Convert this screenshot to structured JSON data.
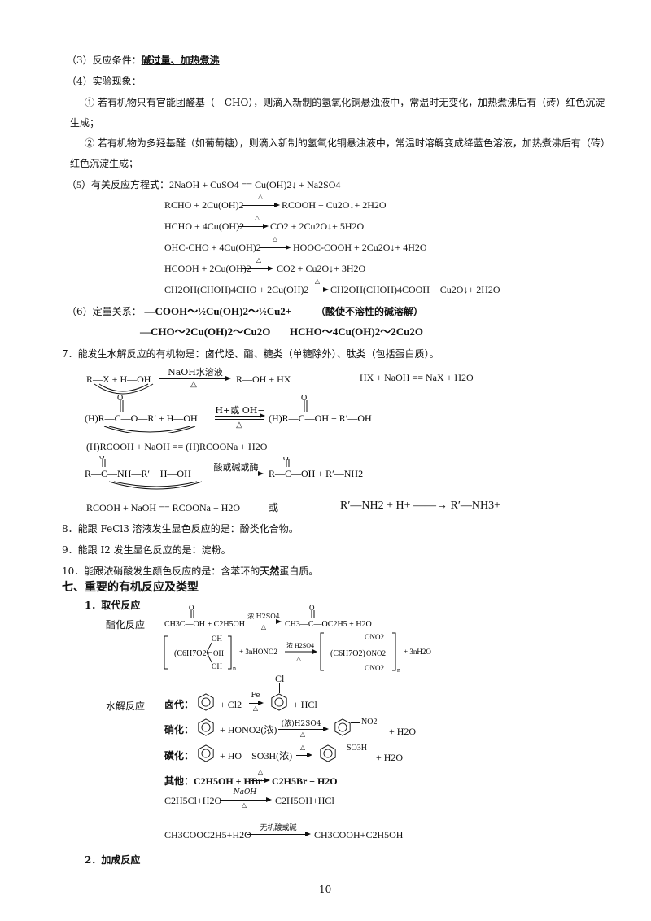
{
  "lines": {
    "l1_prefix": "（3）反应条件：",
    "l1_bold": "碱过量、加热煮沸",
    "l2": "（4）实验现象：",
    "l3": "① 若有机物只有官能团醛基（—CHO），则滴入新制的氢氧化铜悬浊液中，常温时无变化，加热煮沸后有（砖）红色沉淀",
    "l3b": "生成；",
    "l4": "② 若有机物为多羟基醛（如葡萄糖），则滴入新制的氢氧化铜悬浊液中，常温时溶解变成绛蓝色溶液，加热煮沸后有（砖）",
    "l4b": "红色沉淀生成；",
    "l5_prefix": "（5）有关反应方程式：",
    "l5_eq": "2NaOH + CuSO4 == Cu(OH)2↓ + Na2SO4",
    "eq1_l": "RCHO + 2Cu(OH)2",
    "eq1_r": "RCOOH + Cu2O↓+ 2H2O",
    "eq2_l": "HCHO + 4Cu(OH)2",
    "eq2_r": "CO2 + 2Cu2O↓+ 5H2O",
    "eq3_l": "OHC-CHO + 4Cu(OH)2",
    "eq3_r": "HOOC-COOH + 2Cu2O↓+ 4H2O",
    "eq4_l": "HCOOH + 2Cu(OH)2",
    "eq4_r": "CO2 + Cu2O↓+ 3H2O",
    "eq5_l": "CH2OH(CHOH)4CHO + 2Cu(OH)2",
    "eq5_r": "CH2OH(CHOH)4COOH + Cu2O↓+ 2H2O",
    "heat": "△",
    "l6_prefix": "（6）定量关系：",
    "l6_rel1": "—COOH～½Cu(OH)2～½Cu2+",
    "l6_note": "（酸使不溶性的碱溶解）",
    "l6_rel2": "—CHO～2Cu(OH)2～Cu2O",
    "l6_rel3": "HCHO～4Cu(OH)2～2Cu2O",
    "l7": "7．能发生水解反应的有机物是：卤代烃、酯、糖类（单糖除外）、肽类（包括蛋白质）。",
    "hx_l": "R—X + H—OH",
    "hx_cond": "NaOH水溶液",
    "hx_r": "R—OH + HX",
    "hx_side": "HX + NaOH == NaX + H2O",
    "ester_l": "(H)R—C—O—R′ + H—OH",
    "ester_cond": "H+或 OH−",
    "ester_r": "(H)R—C—OH + R′—OH",
    "ester_side": "(H)RCOOH + NaOH == (H)RCOONa + H2O",
    "amide_l": "R—C—NH—R′ + H—OH",
    "amide_cond": "酸或碱或酶",
    "amide_r": "R—C—OH + R′—NH2",
    "amide_side": "RCOOH + NaOH == RCOONa + H2O",
    "or": "或",
    "amine_eq": "R′—NH2 + H+ ——→ R′—NH3+",
    "l8": "8．能跟 FeCl3 溶液发生显色反应的是：酚类化合物。",
    "l9": "9．能跟 I2 发生显色反应的是：淀粉。",
    "l10_a": "10．能跟浓硝酸发生颜色反应的是：含苯环的",
    "l10_b": "天然",
    "l10_c": "蛋白质。",
    "sec7": "七、重要的有机反应及类型",
    "sub1": "1．取代反应",
    "esterif": "酯化反应",
    "esterif_eq_l": "CH3C—OH + C2H5OH",
    "esterif_cond": "浓 H2SO4",
    "esterif_eq_r": "CH3—C—OC2H5 + H2O",
    "cell_l": "(C6H7O2)",
    "cell_mid": "+ 3nHONO2",
    "cell_cond": "浓 H2SO4",
    "cell_r": "(C6H7O2)",
    "cell_tail": "+ 3nH2O",
    "oh": "OH",
    "ono2": "ONO2",
    "n": "n",
    "hydro": "水解反应",
    "halo_lab": "卤代：",
    "halo_mid": "+ Cl2",
    "halo_cond": "Fe",
    "halo_tail": "+ HCl",
    "cl": "Cl",
    "nitr_lab": "硝化：",
    "nitr_mid": "+ HONO2(浓)",
    "nitr_cond": "(浓)H2SO4",
    "nitr_sub": "NO2",
    "nitr_tail": "+ H2O",
    "sulf_lab": "磺化：",
    "sulf_mid": "+ HO—SO3H(浓)",
    "sulf_sub": "SO3H",
    "sulf_tail": "+ H2O",
    "other": "其他：C2H5OH + HBr",
    "other_r": "C2H5Br + H2O",
    "c2_l": "C2H5Cl+H2O",
    "c2_cond": "NaOH",
    "c2_r": "C2H5OH+HCl",
    "c3_l": "CH3COOC2H5+H2O",
    "c3_cond": "无机酸或碱",
    "c3_r": "CH3COOH+C2H5OH",
    "sub2": "2．加成反应",
    "page": "10"
  },
  "icons": {
    "benzene": "benzene-ring-icon"
  }
}
